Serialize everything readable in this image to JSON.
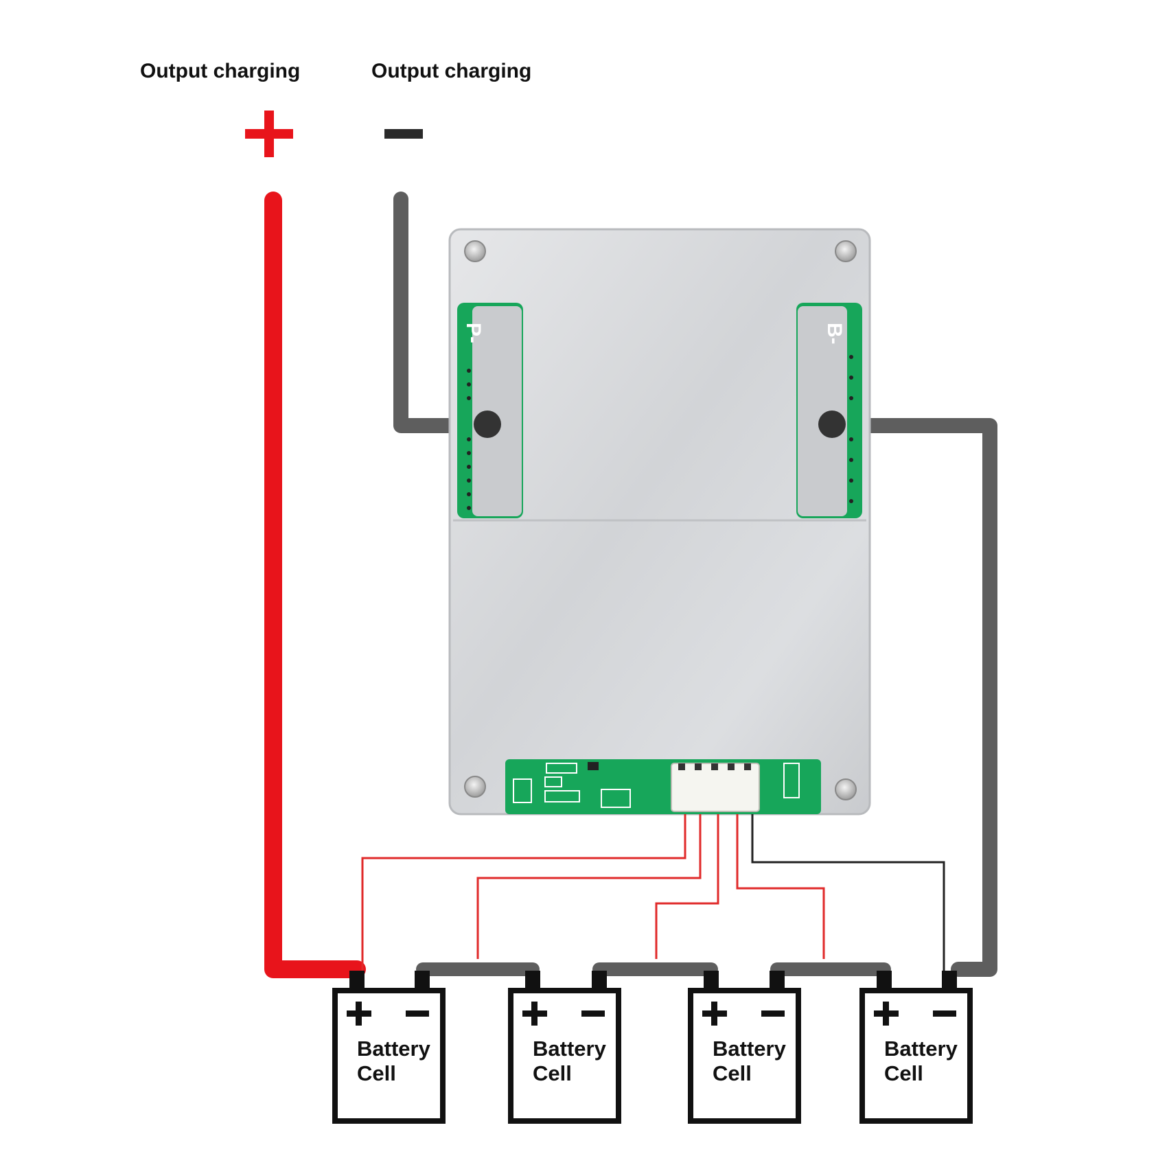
{
  "labels": {
    "positive_output": "Output charging",
    "negative_output": "Output charging"
  },
  "symbols": {
    "plus": "+",
    "minus": "−"
  },
  "board": {
    "left_pad_label": "P-",
    "right_pad_label": "B-"
  },
  "cells": [
    {
      "line1": "Battery",
      "line2": "Cell"
    },
    {
      "line1": "Battery",
      "line2": "Cell"
    },
    {
      "line1": "Battery",
      "line2": "Cell"
    },
    {
      "line1": "Battery",
      "line2": "Cell"
    }
  ],
  "colors": {
    "positive_wire": "#e8141b",
    "negative_wire": "#5e5e5e",
    "sense_red": "#e02a2a",
    "sense_black": "#222222",
    "pcb_green": "#17a65a",
    "heatsink": "#d4d6d9"
  }
}
